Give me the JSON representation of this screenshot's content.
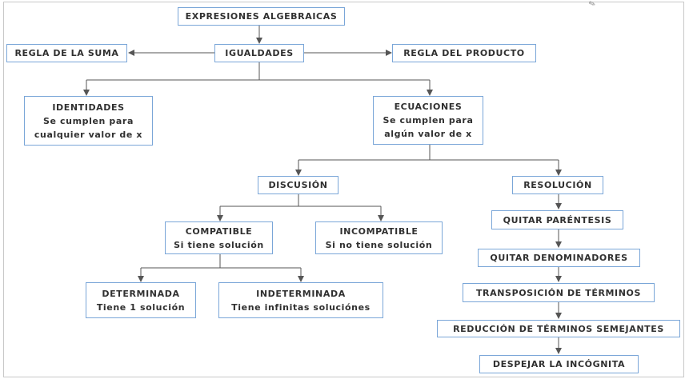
{
  "nodes": {
    "expresiones": "EXPRESIONES ALGEBRAICAS",
    "igualdades": "IGUALDADES",
    "regla_suma": "REGLA DE LA SUMA",
    "regla_producto": "REGLA DEL PRODUCTO",
    "identidades": [
      "IDENTIDADES",
      "Se cumplen para",
      "cualquier valor de x"
    ],
    "ecuaciones": [
      "ECUACIONES",
      "Se cumplen para",
      "algún valor de x"
    ],
    "discusion": "DISCUSIÓN",
    "resolucion": "RESOLUCIÓN",
    "compatible": [
      "COMPATIBLE",
      "Si tiene solución"
    ],
    "incompatible": [
      "INCOMPATIBLE",
      "Si no tiene solución"
    ],
    "determinada": [
      "DETERMINADA",
      "Tiene 1 solución"
    ],
    "indeterminada": [
      "INDETERMINADA",
      "Tiene infinitas soluciónes"
    ],
    "quitar_parentesis": "QUITAR PARÉNTESIS",
    "quitar_denominadores": "QUITAR DENOMINADORES",
    "transposicion": "TRANSPOSICIÓN DE TÉRMINOS",
    "reduccion": "REDUCCIÓN DE TÉRMINOS SEMEJANTES",
    "despejar": "DESPEJAR LA INCÓGNITA"
  },
  "colors": {
    "node_border": "#7aa6d8",
    "line": "#555555",
    "text": "#303030"
  }
}
